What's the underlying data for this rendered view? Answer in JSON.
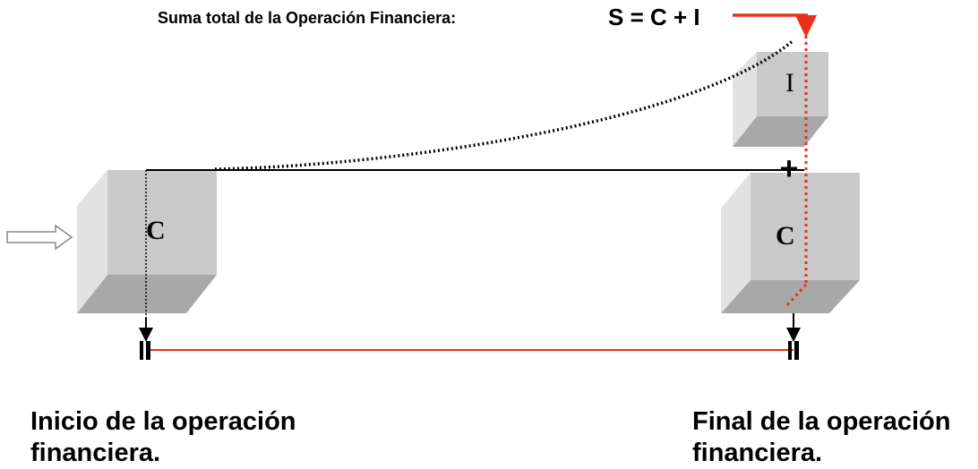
{
  "header": {
    "title": "Suma total de la Operación Financiera:",
    "formula": "S = C + I"
  },
  "boxes": {
    "initial_capital_label": "C",
    "final_capital_label": "C",
    "interest_label": "I",
    "plus_sign": "+"
  },
  "captions": {
    "start_line1": "Inicio de la operación",
    "start_line2": "financiera.",
    "end_line1": "Final de la operación",
    "end_line2": "financiera."
  },
  "colors": {
    "red": "#e8301a",
    "box_front": "#c9c9c9",
    "box_side": "#e4e4e4",
    "box_bottom": "#a6a6a6"
  }
}
